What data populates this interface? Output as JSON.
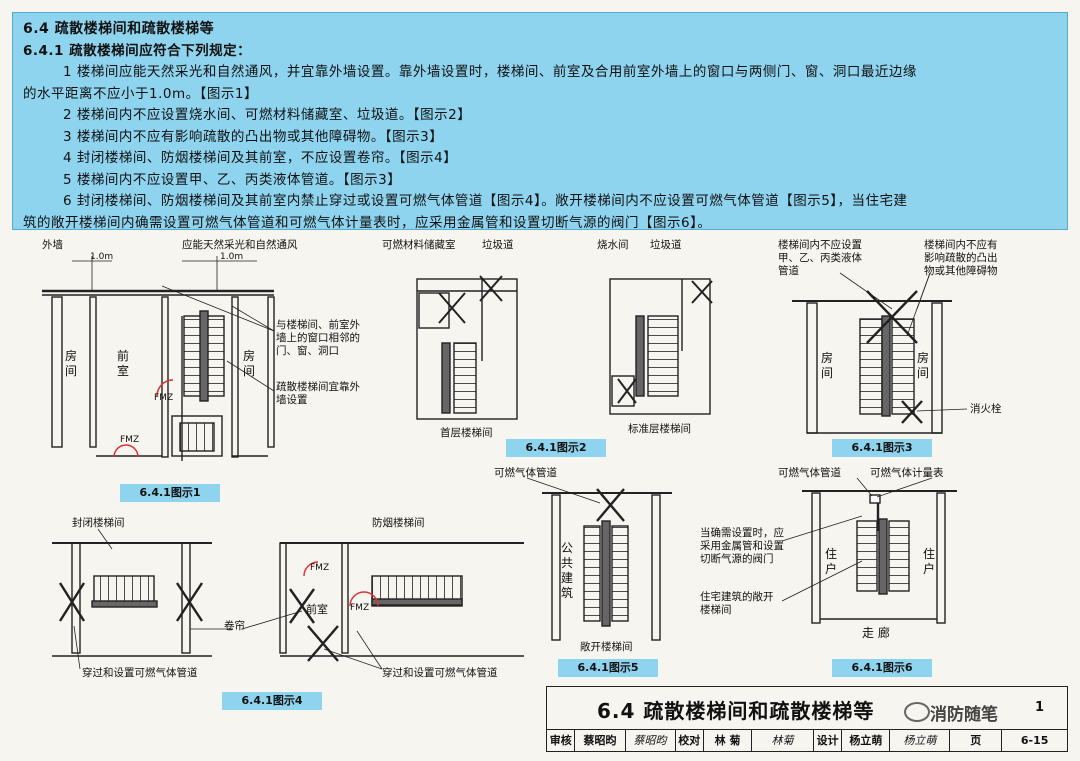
{
  "header": {
    "section_title": "6.4  疏散楼梯间和疏散楼梯等",
    "clause": "6.4.1  疏散楼梯间应符合下列规定：",
    "item1_line1": "1  楼梯间应能天然采光和自然通风，并宜靠外墙设置。靠外墙设置时，楼梯间、前室及合用前室外墙上的窗口与两侧门、窗、洞口最近边缘",
    "item1_line2": "的水平距离不应小于1.0m。【图示1】",
    "item2": "2  楼梯间内不应设置烧水间、可燃材料储藏室、垃圾道。【图示2】",
    "item3": "3  楼梯间内不应有影响疏散的凸出物或其他障碍物。【图示3】",
    "item4": "4  封闭楼梯间、防烟楼梯间及其前室，不应设置卷帘。【图示4】",
    "item5": "5  楼梯间内不应设置甲、乙、丙类液体管道。【图示3】",
    "item6_line1": "6  封闭楼梯间、防烟楼梯间及其前室内禁止穿过或设置可燃气体管道【图示4】。敞开楼梯间内不应设置可燃气体管道【图示5】，当住宅建",
    "item6_line2": "筑的敞开楼梯间内确需设置可燃气体管道和可燃气体计量表时，应采用金属管和设置切断气源的阀门【图示6】。"
  },
  "fig1": {
    "caption": "6.4.1图示1",
    "outer_wall": "外墙",
    "light_vent": "应能天然采光和自然通风",
    "dim_left": "1.0m",
    "dim_right": "1.0m",
    "room_left": "房间",
    "anteroom": "前室",
    "room_right": "房间",
    "fm_upper": "FMZ",
    "fm_lower": "FMZ",
    "note_window": "与楼梯间、前室外墙上的窗口相邻的门、窗、洞口",
    "note_stair": "疏散楼梯间宜靠外墙设置"
  },
  "fig2": {
    "caption": "6.4.1图示2",
    "storage": "可燃材料储藏室",
    "garbage1": "垃圾道",
    "boiler": "烧水间",
    "garbage2": "垃圾道",
    "ground_floor": "首层楼梯间",
    "standard_floor": "标准层楼梯间"
  },
  "fig3": {
    "caption": "6.4.1图示3",
    "note_liquid": "楼梯间内不应设置甲、乙、丙类液体管道",
    "note_obstacle": "楼梯间内不应有影响疏散的凸出物或其他障碍物",
    "room_left": "房间",
    "room_right": "房间",
    "hydrant": "消火栓"
  },
  "fig4": {
    "caption": "6.4.1图示4",
    "enclosed": "封闭楼梯间",
    "smokeproof": "防烟楼梯间",
    "fm_top": "FMZ",
    "fm_side": "FMZ",
    "anteroom": "前室",
    "shutter": "卷帘",
    "gas_left": "穿过和设置可燃气体管道",
    "gas_right": "穿过和设置可燃气体管道"
  },
  "fig5": {
    "caption": "6.4.1图示5",
    "gas_pipe": "可燃气体管道",
    "public_bldg": "公共建筑",
    "open_stair": "敞开楼梯间"
  },
  "fig6": {
    "caption": "6.4.1图示6",
    "gas_pipe": "可燃气体管道",
    "gas_meter": "可燃气体计量表",
    "note_metal": "当确需设置时，应采用金属管和设置切断气源的阀门",
    "note_open": "住宅建筑的敞开楼梯间",
    "dwelling_left": "住户",
    "dwelling_right": "住户",
    "corridor": "走 廊"
  },
  "title_block": {
    "title": "6.4  疏散楼梯间和疏散楼梯等",
    "review_label": "审核",
    "reviewer": "蔡昭昀",
    "review_sig": "蔡昭昀",
    "check_label": "校对",
    "checker": "林  菊",
    "check_sig": "林菊",
    "design_label": "设计",
    "designer": "杨立萌",
    "design_sig": "杨立萌",
    "page_label": "页",
    "page_no": "6-15",
    "code_tail": "1"
  },
  "watermark": "消防随笔"
}
